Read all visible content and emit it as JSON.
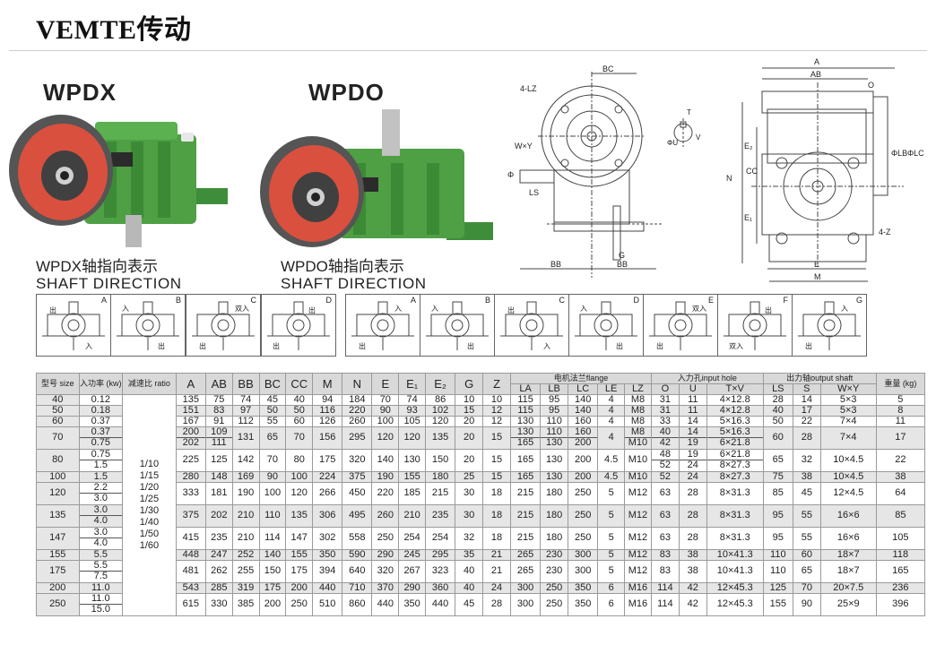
{
  "header": {
    "title": "VEMTE传动"
  },
  "models": [
    {
      "name": "WPDX",
      "caption_cn": "WPDX轴指向表示",
      "caption_en": "SHAFT DIRECTION"
    },
    {
      "name": "WPDO",
      "caption_cn": "WPDO轴指向表示",
      "caption_en": "SHAFT DIRECTION"
    }
  ],
  "direction_letters": [
    "A",
    "B",
    "C",
    "D",
    "A",
    "B",
    "C",
    "D",
    "E",
    "F",
    "G"
  ],
  "direction_words": {
    "in": "入",
    "out": "出",
    "double_in": "双入"
  },
  "drawing_labels": {
    "front": [
      "4-LZ",
      "BC",
      "W×Y",
      "LS",
      "BB",
      "BB",
      "G",
      "Φ"
    ],
    "shaft": [
      "T",
      "ΦU",
      "V"
    ],
    "side": [
      "A",
      "AB",
      "O",
      "E₂",
      "CC",
      "N",
      "E₁",
      "ΦLB",
      "ΦLC",
      "E",
      "M",
      "4-Z"
    ]
  },
  "table": {
    "header_top": [
      "型号 size",
      "入功率 (kw)",
      "减速比 ratio",
      "A",
      "AB",
      "BB",
      "BC",
      "CC",
      "M",
      "N",
      "E",
      "E₁",
      "E₂",
      "G",
      "Z",
      "电机法兰flange",
      "入力孔input hole",
      "出力轴output shaft",
      "重量 (kg)"
    ],
    "flange_sub": [
      "LA",
      "LB",
      "LC",
      "LE",
      "LZ"
    ],
    "input_sub": [
      "O",
      "U",
      "T×V"
    ],
    "output_sub": [
      "LS",
      "S",
      "W×Y"
    ],
    "ratio_list": [
      "1/10",
      "1/15",
      "1/20",
      "1/25",
      "1/30",
      "1/40",
      "1/50",
      "1/60"
    ],
    "rows": [
      {
        "size": "40",
        "kw": [
          "0.12"
        ],
        "A": "135",
        "AB": "75",
        "BB": "74",
        "BC": "45",
        "CC": "40",
        "M": "94",
        "N": "184",
        "E": "70",
        "E1": "74",
        "E2": "86",
        "G": "10",
        "Z": "10",
        "LA": [
          "115"
        ],
        "LB": [
          "95"
        ],
        "LC": [
          "140"
        ],
        "LE": "4",
        "LZ": [
          "M8"
        ],
        "O": [
          "31"
        ],
        "U": [
          "11"
        ],
        "TV": [
          "4×12.8"
        ],
        "LS": "28",
        "S": "14",
        "WY": "5×3",
        "kg": "5"
      },
      {
        "size": "50",
        "kw": [
          "0.18"
        ],
        "A": "151",
        "AB": "83",
        "BB": "97",
        "BC": "50",
        "CC": "50",
        "M": "116",
        "N": "220",
        "E": "90",
        "E1": "93",
        "E2": "102",
        "G": "15",
        "Z": "12",
        "LA": [
          "115"
        ],
        "LB": [
          "95"
        ],
        "LC": [
          "140"
        ],
        "LE": "4",
        "LZ": [
          "M8"
        ],
        "O": [
          "31"
        ],
        "U": [
          "11"
        ],
        "TV": [
          "4×12.8"
        ],
        "LS": "40",
        "S": "17",
        "WY": "5×3",
        "kg": "8"
      },
      {
        "size": "60",
        "kw": [
          "0.37"
        ],
        "A": "167",
        "AB": "91",
        "BB": "112",
        "BC": "55",
        "CC": "60",
        "M": "126",
        "N": "260",
        "E": "100",
        "E1": "105",
        "E2": "120",
        "G": "20",
        "Z": "12",
        "LA": [
          "130"
        ],
        "LB": [
          "110"
        ],
        "LC": [
          "160"
        ],
        "LE": "4",
        "LZ": [
          "M8"
        ],
        "O": [
          "33"
        ],
        "U": [
          "14"
        ],
        "TV": [
          "5×16.3"
        ],
        "LS": "50",
        "S": "22",
        "WY": "7×4",
        "kg": "11"
      },
      {
        "size": "70",
        "kw": [
          "0.37",
          "0.75"
        ],
        "A": "200 202",
        "AB": "109 111",
        "BB": "131",
        "BC": "65",
        "CC": "70",
        "M": "156",
        "N": "295",
        "E": "120",
        "E1": "120",
        "E2": "135",
        "G": "20",
        "Z": "15",
        "LA": [
          "130",
          "165"
        ],
        "LB": [
          "110",
          "130"
        ],
        "LC": [
          "160",
          "200"
        ],
        "LE": "4",
        "LZ": [
          "M8",
          "M10"
        ],
        "O": [
          "40",
          "42"
        ],
        "U": [
          "14",
          "19"
        ],
        "TV": [
          "5×16.3",
          "6×21.8"
        ],
        "LS": "60",
        "S": "28",
        "WY": "7×4",
        "kg": "17"
      },
      {
        "size": "80",
        "kw": [
          "0.75",
          "1.5"
        ],
        "A": "225",
        "AB": "125",
        "BB": "142",
        "BC": "70",
        "CC": "80",
        "M": "175",
        "N": "320",
        "E": "140",
        "E1": "130",
        "E2": "150",
        "G": "20",
        "Z": "15",
        "LA": [
          "165"
        ],
        "LB": [
          "130"
        ],
        "LC": [
          "200"
        ],
        "LE": "4.5",
        "LZ": [
          "M10"
        ],
        "O": [
          "48",
          "52"
        ],
        "U": [
          "19",
          "24"
        ],
        "TV": [
          "6×21.8",
          "8×27.3"
        ],
        "LS": "65",
        "S": "32",
        "WY": "10×4.5",
        "kg": "22"
      },
      {
        "size": "100",
        "kw": [
          "1.5"
        ],
        "A": "280",
        "AB": "148",
        "BB": "169",
        "BC": "90",
        "CC": "100",
        "M": "224",
        "N": "375",
        "E": "190",
        "E1": "155",
        "E2": "180",
        "G": "25",
        "Z": "15",
        "LA": [
          "165"
        ],
        "LB": [
          "130"
        ],
        "LC": [
          "200"
        ],
        "LE": "4.5",
        "LZ": [
          "M10"
        ],
        "O": [
          "52"
        ],
        "U": [
          "24"
        ],
        "TV": [
          "8×27.3"
        ],
        "LS": "75",
        "S": "38",
        "WY": "10×4.5",
        "kg": "38"
      },
      {
        "size": "120",
        "kw": [
          "2.2",
          "3.0"
        ],
        "A": "333",
        "AB": "181",
        "BB": "190",
        "BC": "100",
        "CC": "120",
        "M": "266",
        "N": "450",
        "E": "220",
        "E1": "185",
        "E2": "215",
        "G": "30",
        "Z": "18",
        "LA": [
          "215"
        ],
        "LB": [
          "180"
        ],
        "LC": [
          "250"
        ],
        "LE": "5",
        "LZ": [
          "M12"
        ],
        "O": [
          "63"
        ],
        "U": [
          "28"
        ],
        "TV": [
          "8×31.3"
        ],
        "LS": "85",
        "S": "45",
        "WY": "12×4.5",
        "kg": "64"
      },
      {
        "size": "135",
        "kw": [
          "3.0",
          "4.0"
        ],
        "A": "375",
        "AB": "202",
        "BB": "210",
        "BC": "110",
        "CC": "135",
        "M": "306",
        "N": "495",
        "E": "260",
        "E1": "210",
        "E2": "235",
        "G": "30",
        "Z": "18",
        "LA": [
          "215"
        ],
        "LB": [
          "180"
        ],
        "LC": [
          "250"
        ],
        "LE": "5",
        "LZ": [
          "M12"
        ],
        "O": [
          "63"
        ],
        "U": [
          "28"
        ],
        "TV": [
          "8×31.3"
        ],
        "LS": "95",
        "S": "55",
        "WY": "16×6",
        "kg": "85"
      },
      {
        "size": "147",
        "kw": [
          "3.0",
          "4.0"
        ],
        "A": "415",
        "AB": "235",
        "BB": "210",
        "BC": "114",
        "CC": "147",
        "M": "302",
        "N": "558",
        "E": "250",
        "E1": "254",
        "E2": "254",
        "G": "32",
        "Z": "18",
        "LA": [
          "215"
        ],
        "LB": [
          "180"
        ],
        "LC": [
          "250"
        ],
        "LE": "5",
        "LZ": [
          "M12"
        ],
        "O": [
          "63"
        ],
        "U": [
          "28"
        ],
        "TV": [
          "8×31.3"
        ],
        "LS": "95",
        "S": "55",
        "WY": "16×6",
        "kg": "105"
      },
      {
        "size": "155",
        "kw": [
          "5.5"
        ],
        "A": "448",
        "AB": "247",
        "BB": "252",
        "BC": "140",
        "CC": "155",
        "M": "350",
        "N": "590",
        "E": "290",
        "E1": "245",
        "E2": "295",
        "G": "35",
        "Z": "21",
        "LA": [
          "265"
        ],
        "LB": [
          "230"
        ],
        "LC": [
          "300"
        ],
        "LE": "5",
        "LZ": [
          "M12"
        ],
        "O": [
          "83"
        ],
        "U": [
          "38"
        ],
        "TV": [
          "10×41.3"
        ],
        "LS": "110",
        "S": "60",
        "WY": "18×7",
        "kg": "118"
      },
      {
        "size": "175",
        "kw": [
          "5.5",
          "7.5"
        ],
        "A": "481",
        "AB": "262",
        "BB": "255",
        "BC": "150",
        "CC": "175",
        "M": "394",
        "N": "640",
        "E": "320",
        "E1": "267",
        "E2": "323",
        "G": "40",
        "Z": "21",
        "LA": [
          "265"
        ],
        "LB": [
          "230"
        ],
        "LC": [
          "300"
        ],
        "LE": "5",
        "LZ": [
          "M12"
        ],
        "O": [
          "83"
        ],
        "U": [
          "38"
        ],
        "TV": [
          "10×41.3"
        ],
        "LS": "110",
        "S": "65",
        "WY": "18×7",
        "kg": "165"
      },
      {
        "size": "200",
        "kw": [
          "11.0"
        ],
        "A": "543",
        "AB": "285",
        "BB": "319",
        "BC": "175",
        "CC": "200",
        "M": "440",
        "N": "710",
        "E": "370",
        "E1": "290",
        "E2": "360",
        "G": "40",
        "Z": "24",
        "LA": [
          "300"
        ],
        "LB": [
          "250"
        ],
        "LC": [
          "350"
        ],
        "LE": "6",
        "LZ": [
          "M16"
        ],
        "O": [
          "114"
        ],
        "U": [
          "42"
        ],
        "TV": [
          "12×45.3"
        ],
        "LS": "125",
        "S": "70",
        "WY": "20×7.5",
        "kg": "236"
      },
      {
        "size": "250",
        "kw": [
          "11.0",
          "15.0"
        ],
        "A": "615",
        "AB": "330",
        "BB": "385",
        "BC": "200",
        "CC": "250",
        "M": "510",
        "N": "860",
        "E": "440",
        "E1": "350",
        "E2": "440",
        "G": "45",
        "Z": "28",
        "LA": [
          "300"
        ],
        "LB": [
          "250"
        ],
        "LC": [
          "350"
        ],
        "LE": "6",
        "LZ": [
          "M16"
        ],
        "O": [
          "114"
        ],
        "U": [
          "42"
        ],
        "TV": [
          "12×45.3"
        ],
        "LS": "155",
        "S": "90",
        "WY": "25×9",
        "kg": "396"
      }
    ]
  }
}
